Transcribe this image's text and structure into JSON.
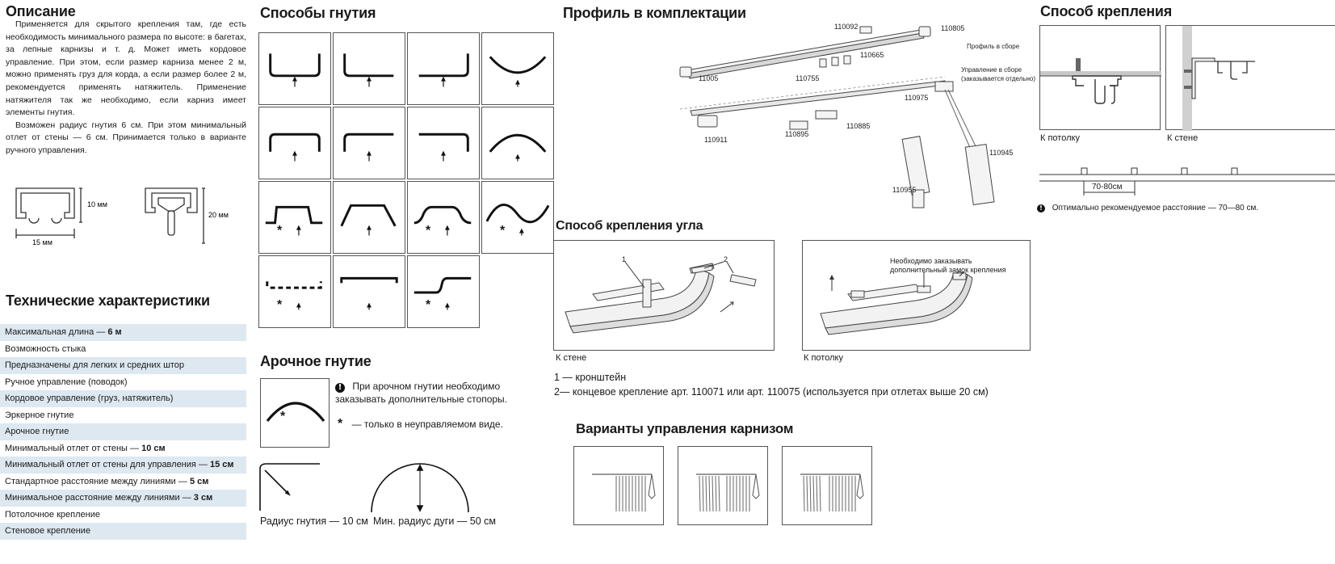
{
  "description": {
    "title": "Описание",
    "p1": "Применяется для скрытого крепления там, где есть необходимость минимального размера по высоте: в багетах, за лепные карнизы и т. д. Может иметь кордовое управление. При этом, если размер карниза менее 2 м, можно применять груз для корда, а если размер более 2 м, рекомендуется применять натяжитель. Применение натяжителя так же необходимо, если карниз имеет элементы гнутия.",
    "p2": "Возможен радиус гнутия 6 см. При этом минимальный отлет от стены — 6 см. Принимается только в варианте ручного управления.",
    "dim_10": "10 мм",
    "dim_15": "15 мм",
    "dim_20": "20 мм"
  },
  "tech": {
    "title": "Технические характеристики",
    "rows": [
      {
        "text": "Максимальная длина — ",
        "bold": "6 м",
        "shade": true
      },
      {
        "text": "Возможность стыка",
        "bold": "",
        "shade": false
      },
      {
        "text": "Предназначены для легких и средних штор",
        "bold": "",
        "shade": true
      },
      {
        "text": "Ручное управление (поводок)",
        "bold": "",
        "shade": false
      },
      {
        "text": "Кордовое управление (груз, натяжитель)",
        "bold": "",
        "shade": true
      },
      {
        "text": "Эркерное гнутие",
        "bold": "",
        "shade": false
      },
      {
        "text": "Арочное гнутие",
        "bold": "",
        "shade": true
      },
      {
        "text": "Минимальный отлет от стены — ",
        "bold": "10 см",
        "shade": false
      },
      {
        "text": "Минимальный отлет от стены для управления — ",
        "bold": "15 см",
        "shade": true
      },
      {
        "text": "Стандартное расстояние между линиями — ",
        "bold": "5 см",
        "shade": false
      },
      {
        "text": "Минимальное расстояние между линиями — ",
        "bold": "3 см",
        "shade": true
      },
      {
        "text": "Потолочное крепление",
        "bold": "",
        "shade": false
      },
      {
        "text": "Стеновое крепление",
        "bold": "",
        "shade": true
      }
    ]
  },
  "bending": {
    "title": "Способы гнутия",
    "star": "*"
  },
  "arch": {
    "title": "Арочное гнутие",
    "note1": "При арочном гнутии необходимо заказывать дополнительные стопоры.",
    "note2": "— только в неуправляемом виде.",
    "star": "*",
    "radius_label": "Радиус гнутия — 10 см",
    "arc_label": "Мин. радиус дуги — 50 см"
  },
  "profile": {
    "title": "Профиль в комплектации",
    "codes": {
      "c110092": "110092",
      "c110805": "110805",
      "c110665": "110665",
      "c11005": "11005",
      "c110755": "110755",
      "c110975": "110975",
      "c110885": "110885",
      "c110911": "110911",
      "c110895": "110895",
      "c110945": "110945",
      "c110955": "110955"
    },
    "label_assembled": "Профиль в сборе",
    "label_control1": "Управление в сборе",
    "label_control2": "(заказывается отдельно)"
  },
  "corner": {
    "title": "Способ крепления угла",
    "to_wall": "К стене",
    "to_ceiling": "К потолку",
    "n1": "1",
    "n2": "2",
    "note_top1": "Необходимо заказывать",
    "note_top2": "дополнительный замок крепления",
    "legend1": "1 — кронштейн",
    "legend2": "2— концевое крепление арт. 110071 или арт. 110075 (используется при отлетах выше 20 см)"
  },
  "mounting": {
    "title": "Способ крепления",
    "ceiling": "К потолку",
    "wall": "К стене",
    "distance": "70-80см",
    "note": "Оптимально рекомендуемое расстояние — 70—80 см."
  },
  "controls": {
    "title": "Варианты управления карнизом"
  },
  "icons": {
    "warning": "!",
    "arrow": "up-arrow-icon"
  }
}
